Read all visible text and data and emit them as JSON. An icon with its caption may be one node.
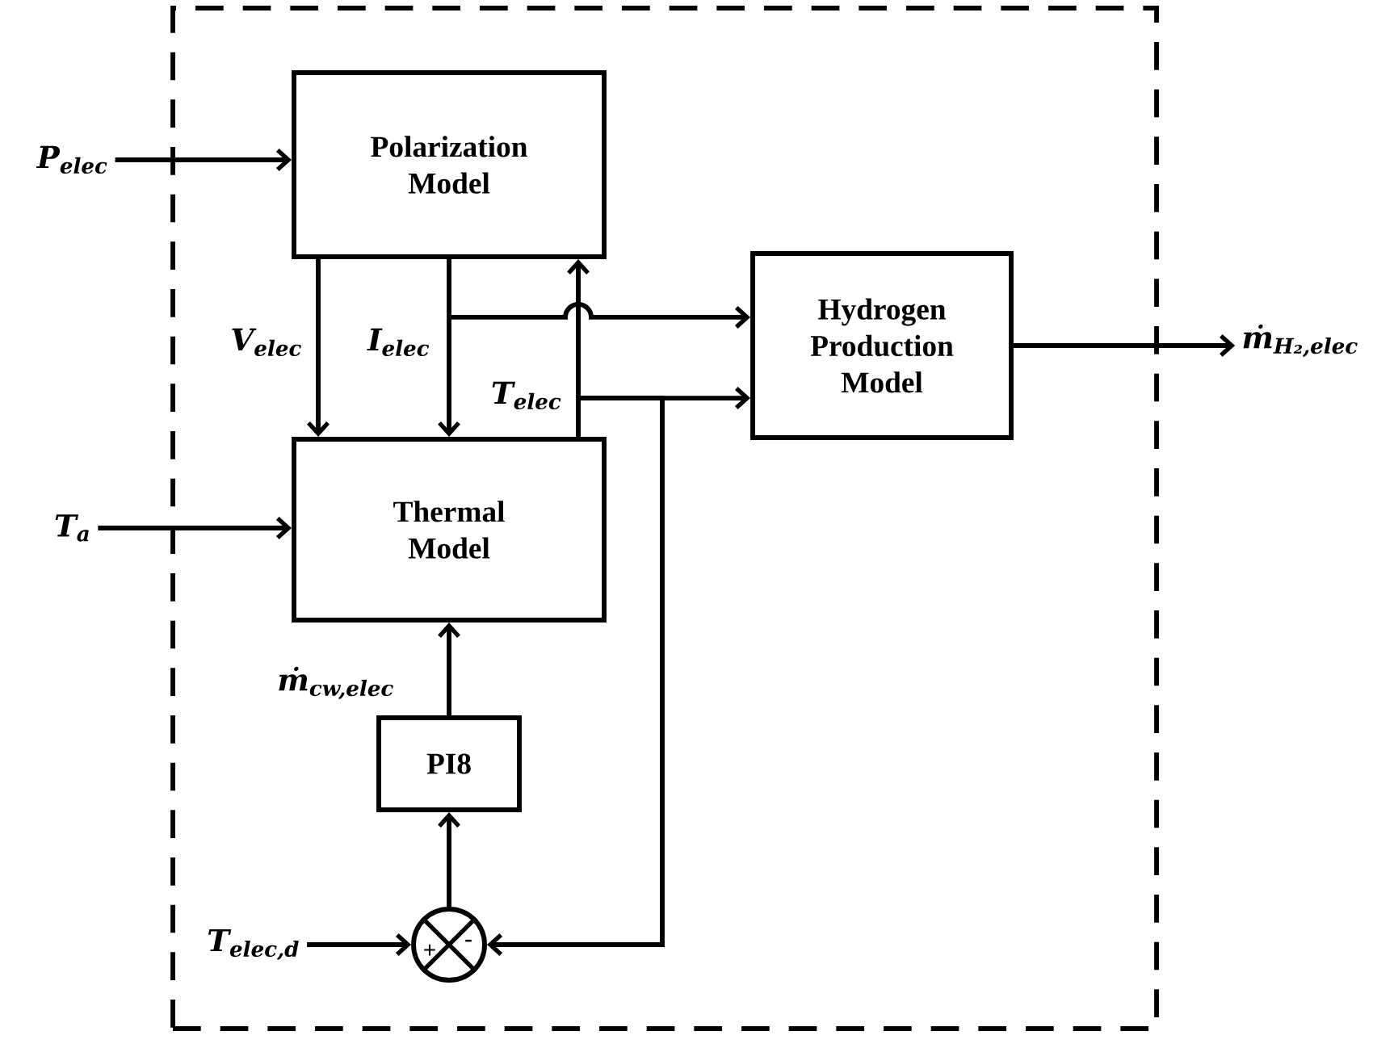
{
  "diagram": {
    "nodes": [
      {
        "text": [],
        "shape": "box"
      },
      {
        "text": [
          "P$_{elec}$"
        ]
      },
      {
        "text": [
          "Polarization Model"
        ],
        "in": 0
      },
      {
        "text": [
          "T$_{a}$"
        ]
      },
      {
        "text": [
          "Thermal Model"
        ],
        "in": 0
      },
      {
        "text": [
          "Hydrogen Production Model"
        ],
        "in": 0
      },
      {
        "text": [
          "ṁ$_{H₂,elec}$"
        ]
      },
      {
        "text": [
          "PI8"
        ],
        "in": 0
      },
      {
        "text": [],
        "shape": "circle",
        "in": 0
      },
      {
        "text": [
          "T$_{elec,d}$"
        ],
        "in": 0
      }
    ],
    "edges": [
      {
        "from": 1,
        "to": 2,
        "arrow": "to"
      },
      {
        "from": 2,
        "to": 4,
        "arrow": "to",
        "label": "V$_{elec}$"
      },
      {
        "from": 2,
        "to": 4,
        "arrow": "to",
        "label": "I$_{elec}$"
      },
      {
        "from": 2,
        "to": 5,
        "arrow": "to"
      },
      {
        "from": 4,
        "to": 2,
        "arrow": "to",
        "label": "T$_{elec}$"
      },
      {
        "from": 4,
        "to": 5,
        "arrow": "to"
      },
      {
        "from": 4,
        "to": 8,
        "arrow": "to"
      },
      {
        "from": 3,
        "to": 4,
        "arrow": "to"
      },
      {
        "from": 5,
        "to": 6,
        "arrow": "to"
      },
      {
        "from": 7,
        "to": 4,
        "arrow": "to",
        "label": "ṁ$_{cw,elec}$"
      },
      {
        "from": 8,
        "to": 7,
        "arrow": "to"
      },
      {
        "from": 9,
        "to": 8,
        "arrow": "to"
      }
    ],
    "labels": [
      "+",
      "-"
    ]
  }
}
